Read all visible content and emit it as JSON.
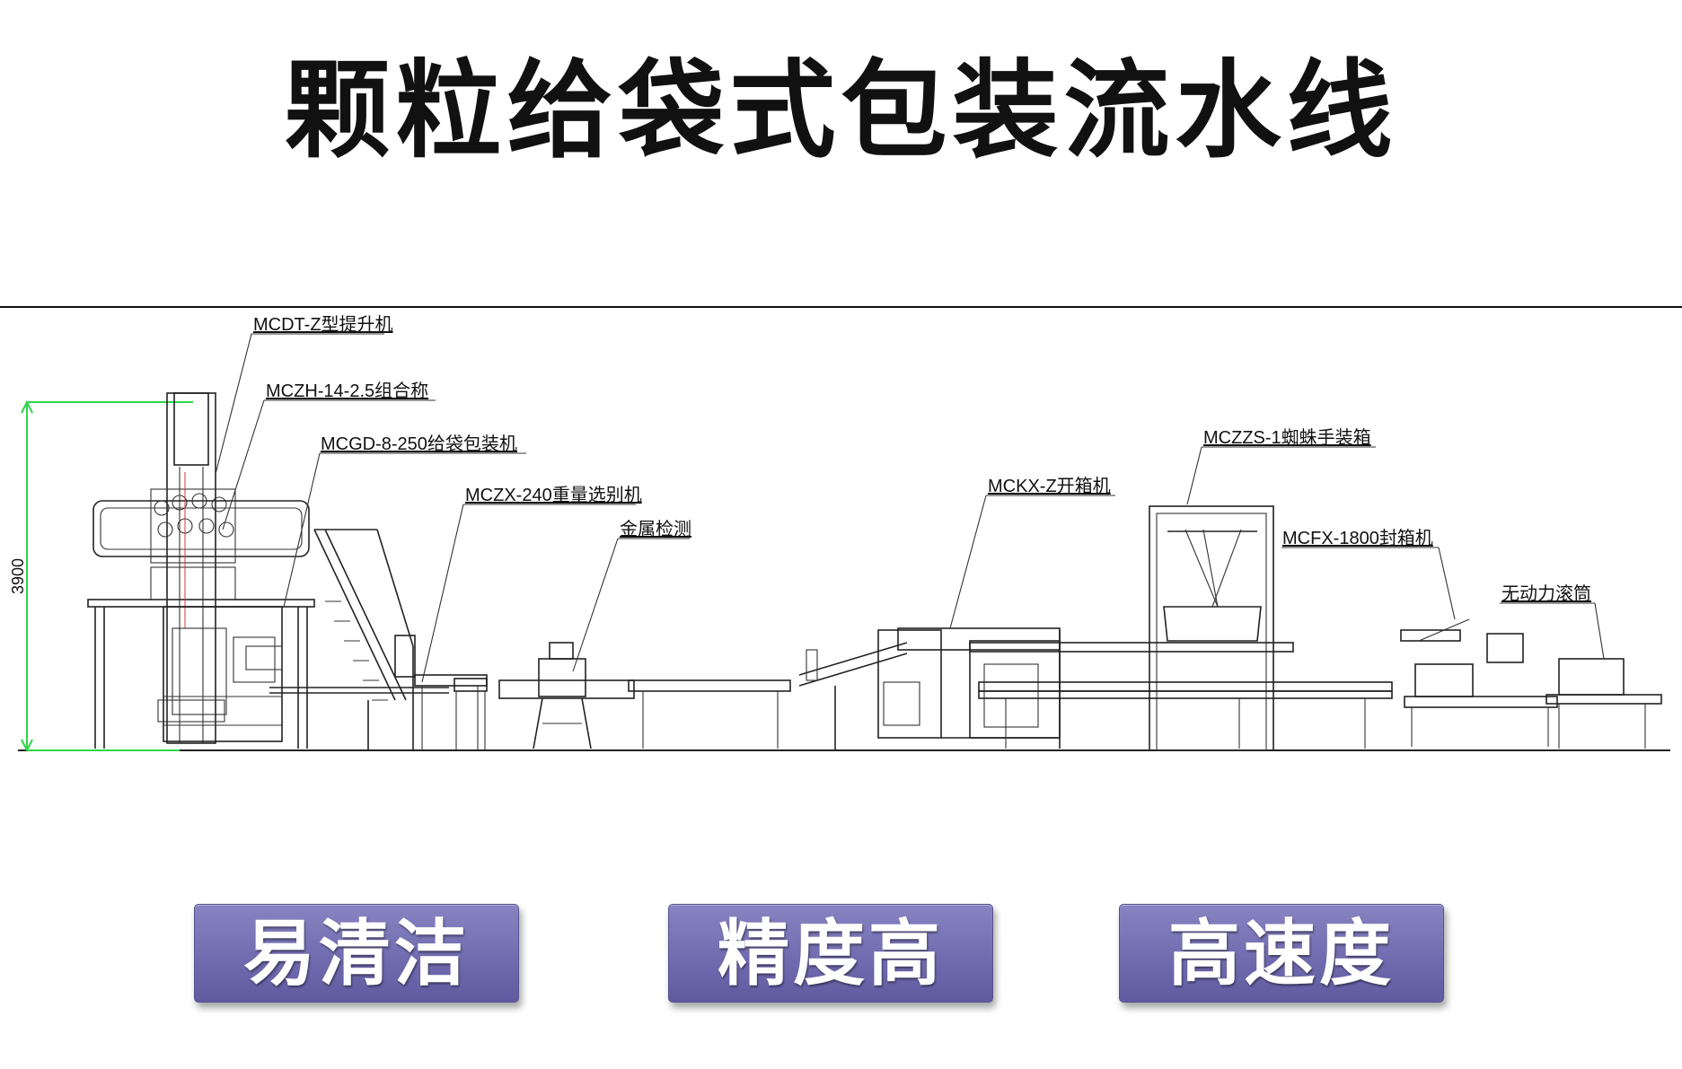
{
  "title": "颗粒给袋式包装流水线",
  "dimension": "3900",
  "labels": [
    "MCDT-Z型提升机",
    "MCZH-14-2.5组合称",
    "MCGD-8-250给袋包装机",
    "MCZX-240重量选别机",
    "金属检测",
    "MCKX-Z开箱机",
    "MCZZS-1蜘蛛手装箱",
    "MCFX-1800封箱机",
    "无动力滚筒"
  ],
  "features": [
    "易清洁",
    "精度高",
    "高速度"
  ],
  "colors": {
    "feature_button": "#6f6aae",
    "dimension_line": "#2fd64a"
  }
}
